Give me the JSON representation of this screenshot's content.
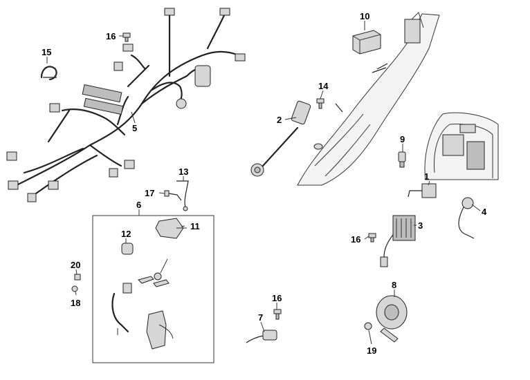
{
  "callouts": {
    "n1": "1",
    "n2": "2",
    "n3": "3",
    "n4": "4",
    "n5": "5",
    "n6": "6",
    "n7": "7",
    "n8": "8",
    "n9": "9",
    "n10": "10",
    "n11": "11",
    "n12": "12",
    "n13": "13",
    "n14": "14",
    "n15": "15",
    "n16a": "16",
    "n16b": "16",
    "n16c": "16",
    "n17": "17",
    "n18": "18",
    "n19": "19",
    "n20": "20"
  },
  "colors": {
    "line": "#333333",
    "part": "#d6d6d6",
    "background": "#ffffff"
  }
}
